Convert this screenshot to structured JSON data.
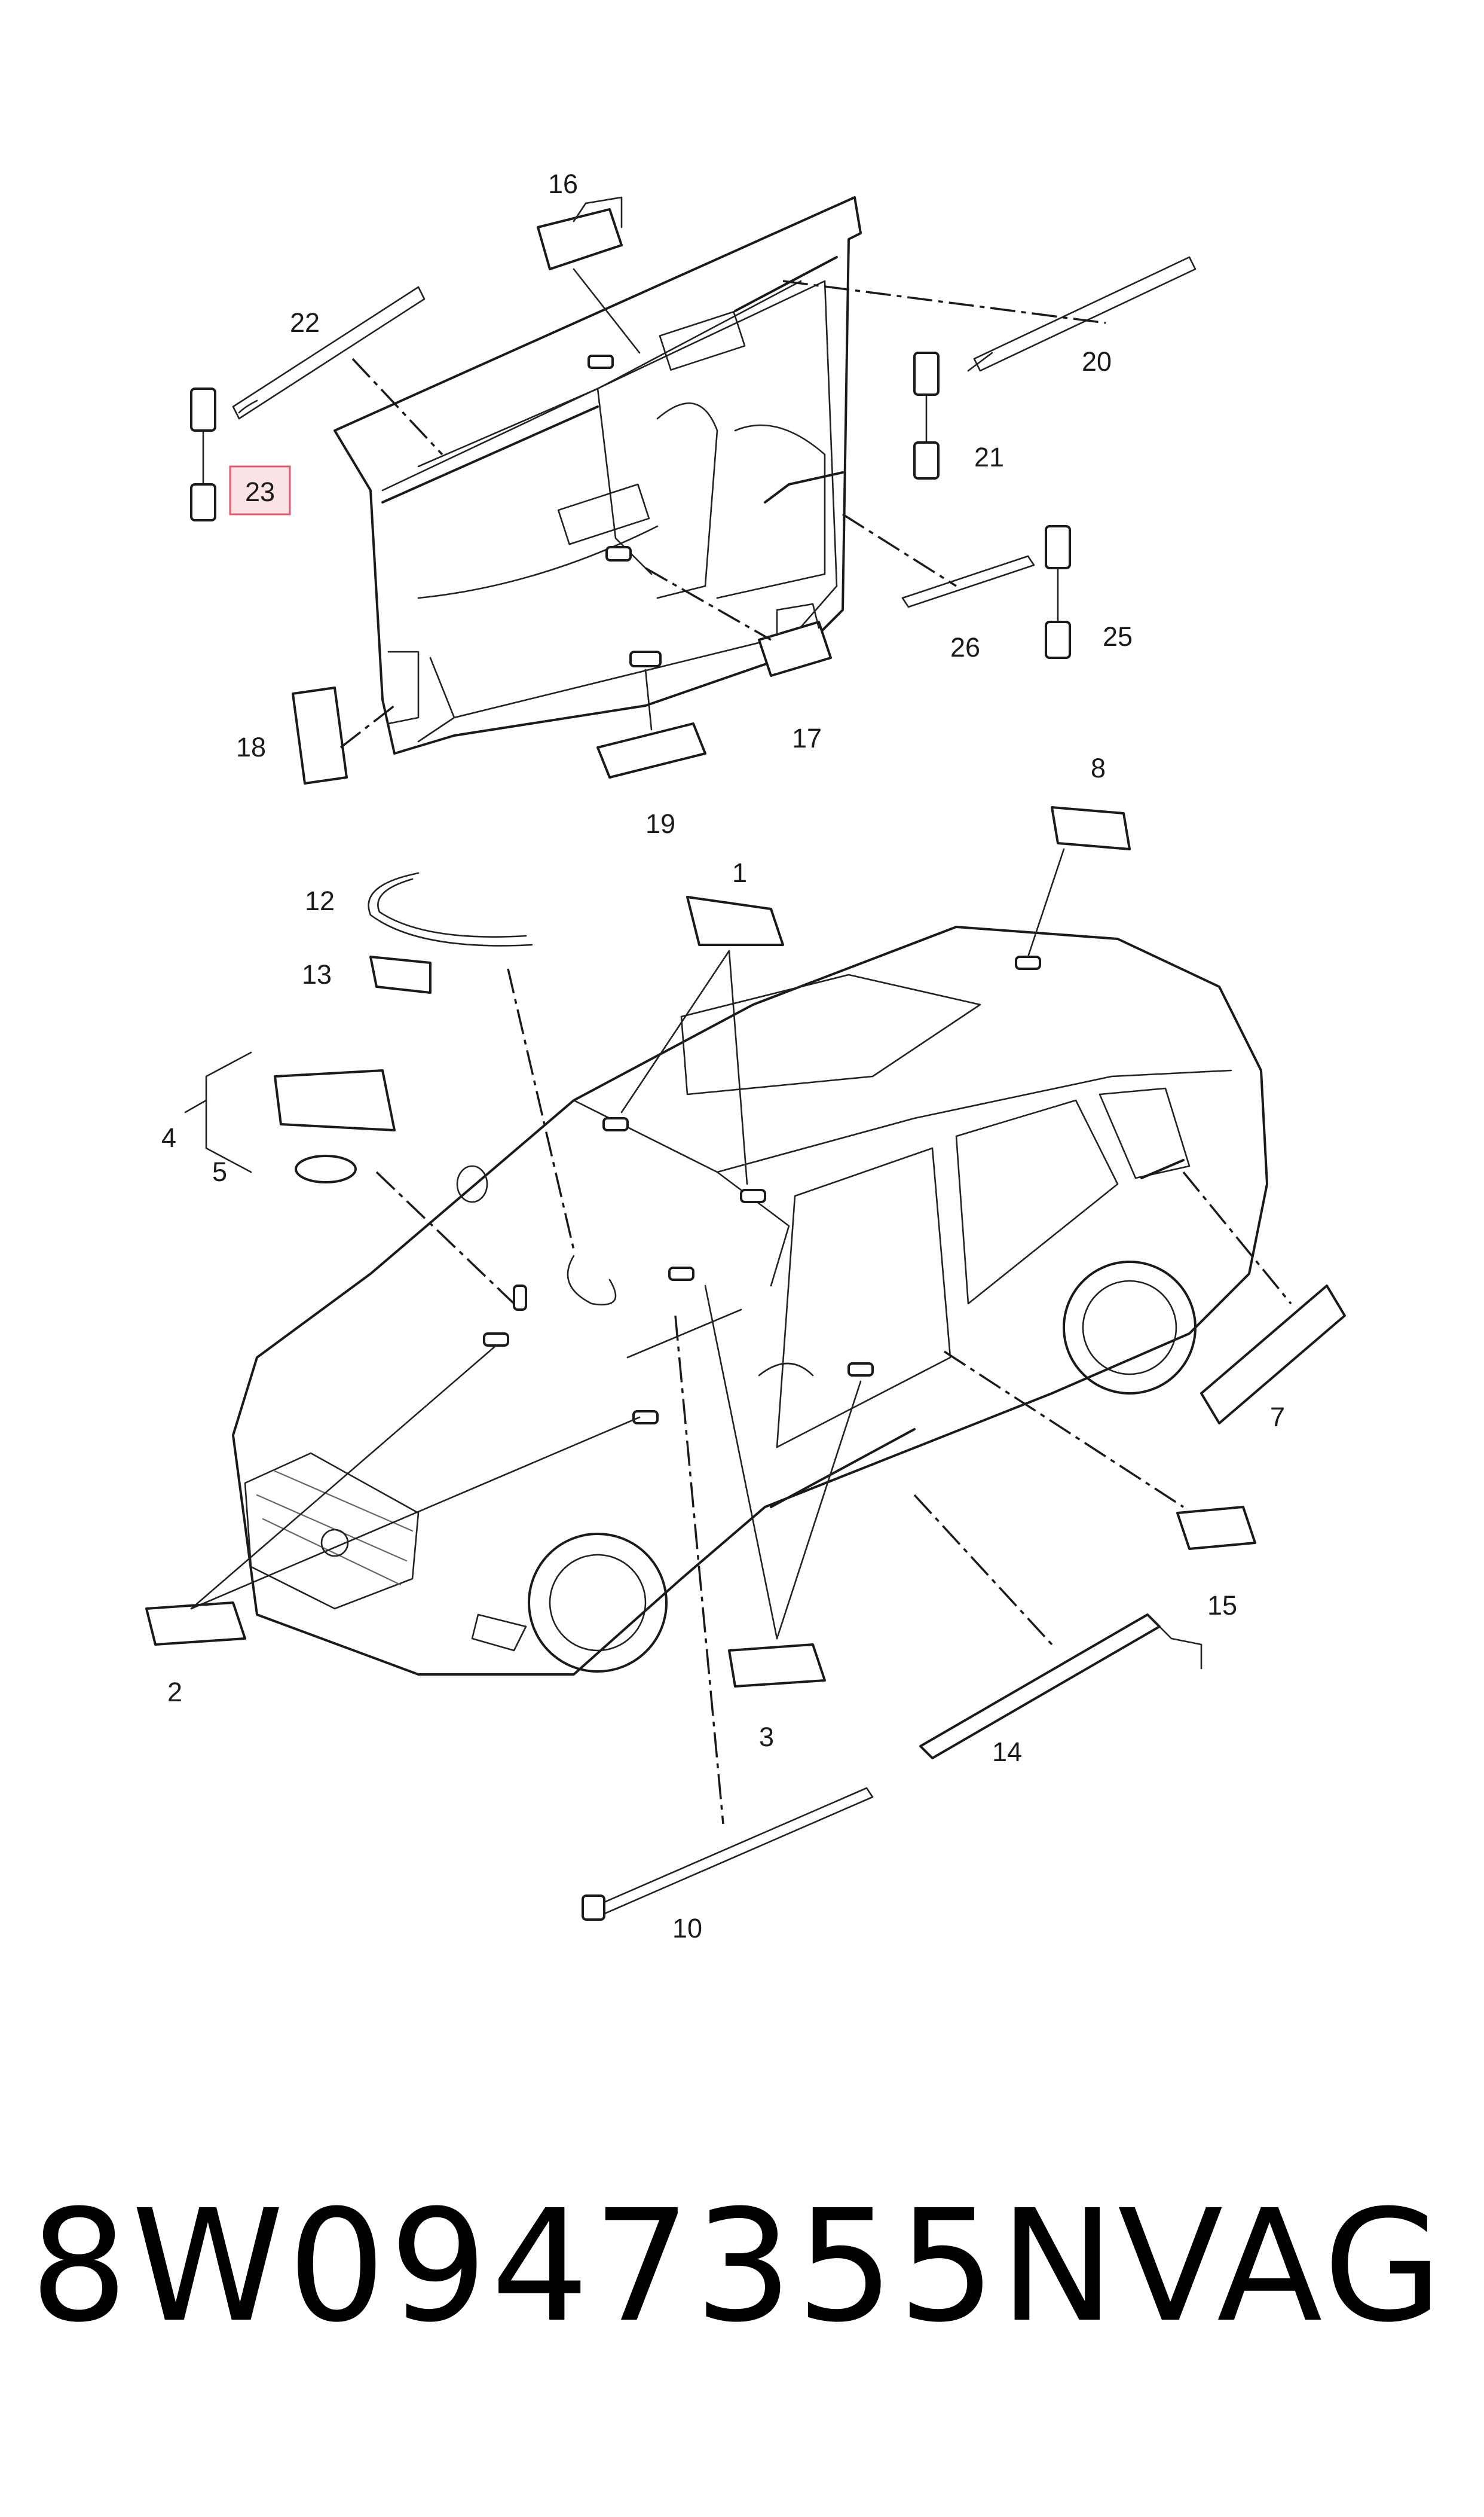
{
  "callouts": {
    "c1": "1",
    "c2": "2",
    "c3": "3",
    "c4": "4",
    "c5": "5",
    "c7": "7",
    "c8": "8",
    "c10": "10",
    "c12": "12",
    "c13": "13",
    "c14": "14",
    "c15": "15",
    "c16": "16",
    "c17": "17",
    "c18": "18",
    "c19": "19",
    "c20": "20",
    "c21": "21",
    "c22": "22",
    "c23": "23",
    "c25": "25",
    "c26": "26"
  },
  "highlight": {
    "color": "#e15b6e",
    "fill": "#fbe3e6"
  },
  "caption": {
    "part_number": "8W0947355N",
    "brand": "VAG"
  }
}
